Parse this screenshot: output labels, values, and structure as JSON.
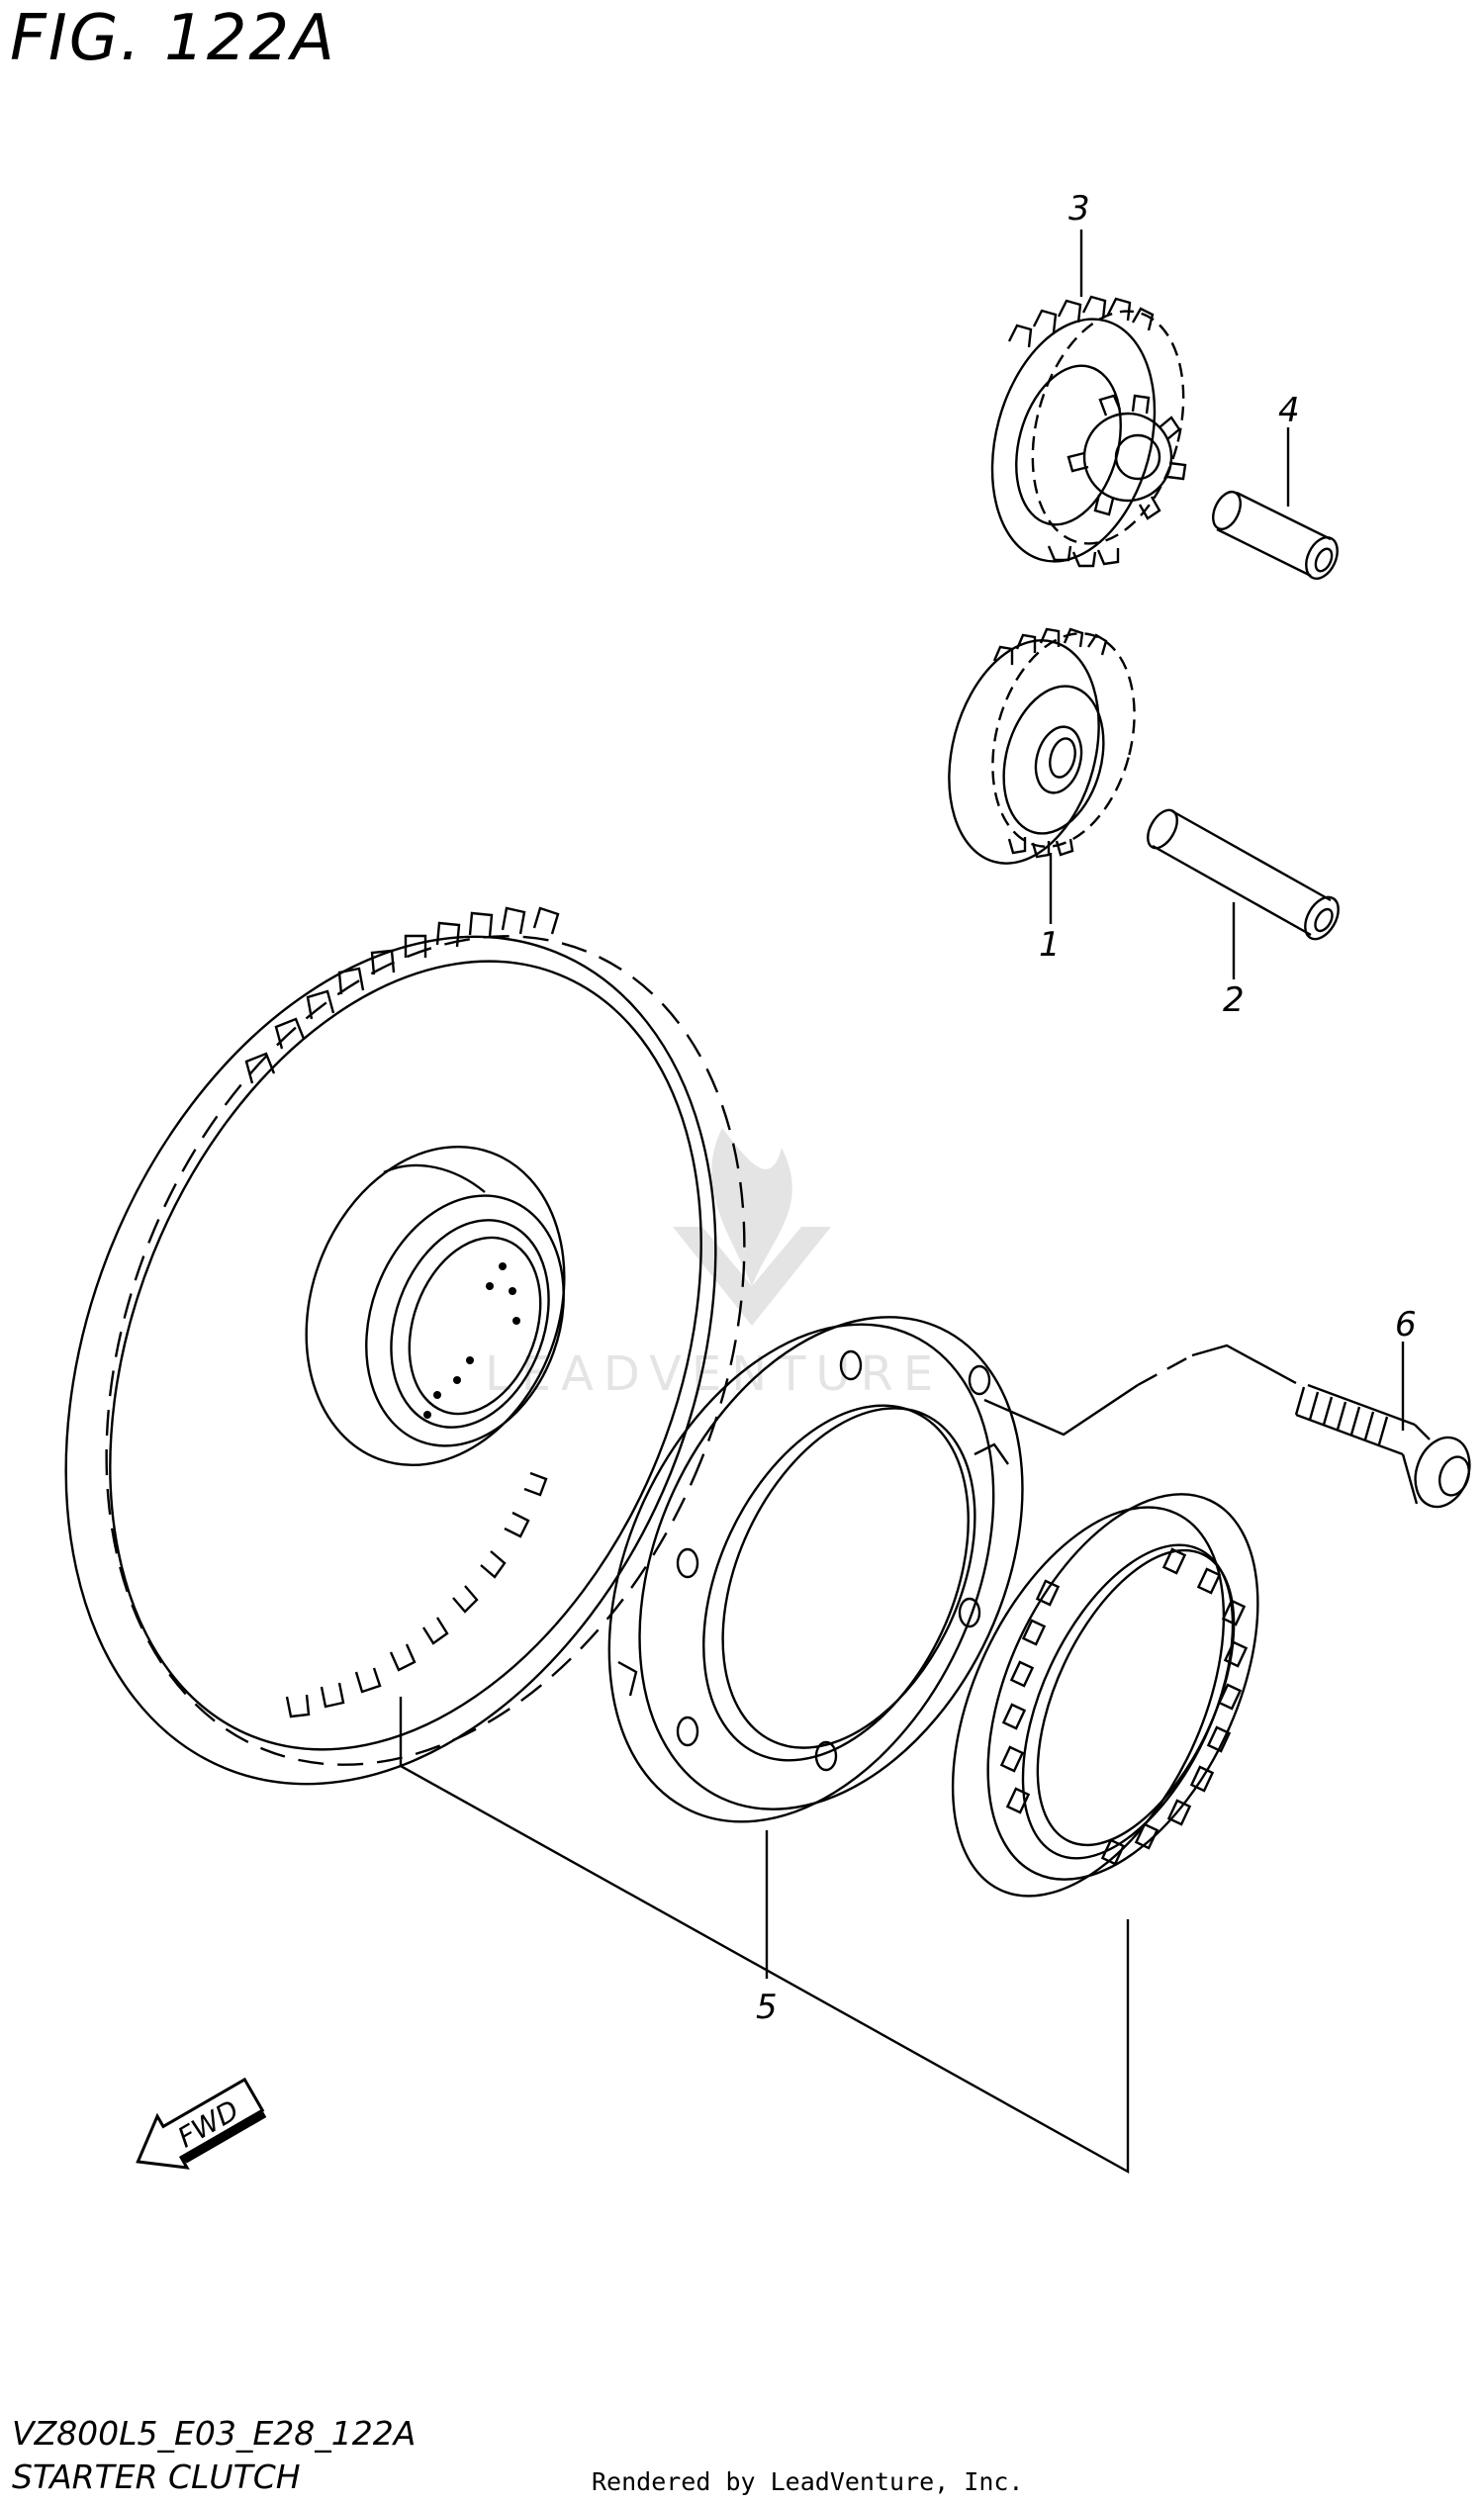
{
  "figure": {
    "title": "FIG. 122A",
    "model_code": "VZ800L5_E03_E28_122A",
    "caption": "STARTER CLUTCH",
    "render_credit": "Rendered by LeadVenture, Inc."
  },
  "callouts": [
    {
      "number": "1",
      "part": "idle-gear-no-2"
    },
    {
      "number": "2",
      "part": "idle-gear-shaft"
    },
    {
      "number": "3",
      "part": "idle-gear-no-1"
    },
    {
      "number": "4",
      "part": "idle-gear-no-1-shaft"
    },
    {
      "number": "5",
      "part": "starter-clutch-assembly"
    },
    {
      "number": "6",
      "part": "clutch-bolt"
    }
  ],
  "fwd_label": "FWD",
  "watermark_text": "LEADVENTURE"
}
